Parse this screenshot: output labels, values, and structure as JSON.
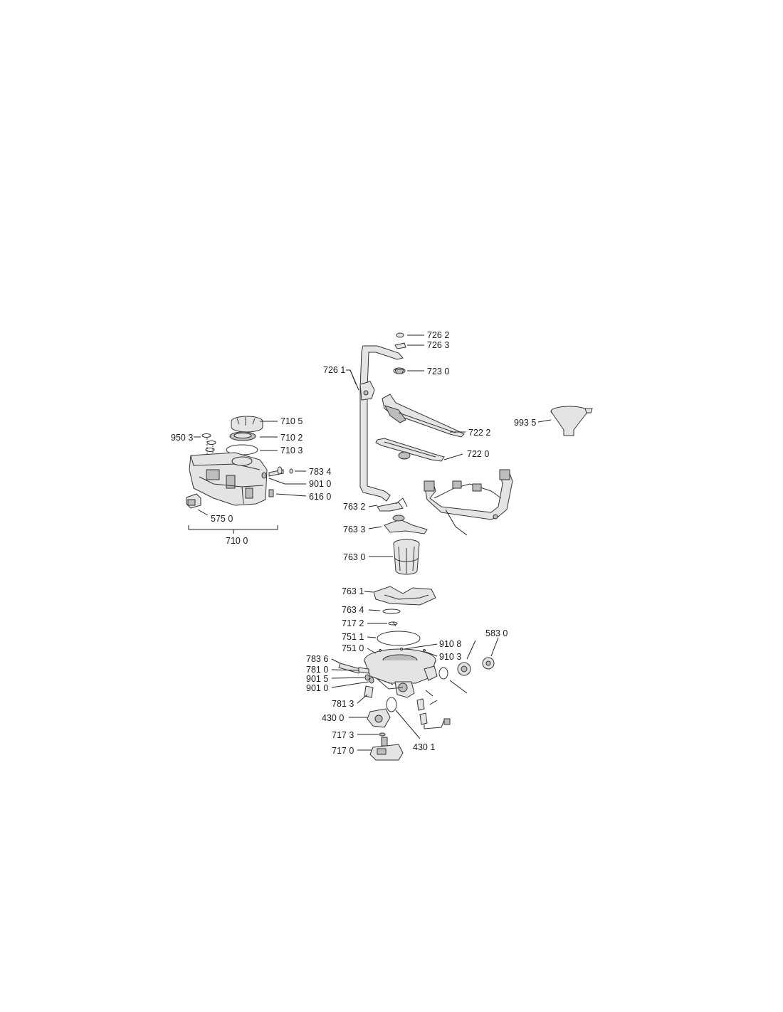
{
  "labels": {
    "l7262": "726 2",
    "l7263": "726 3",
    "l7261": "726 1",
    "l7230": "723 0",
    "l7105": "710 5",
    "l9503": "950 3",
    "l7102": "710 2",
    "l7103": "710 3",
    "l7834": "783 4",
    "l9010a": "901 0",
    "l6160": "616 0",
    "l5750": "575 0",
    "l7100": "710 0",
    "l9935": "993 5",
    "l7222": "722 2",
    "l7220": "722 0",
    "l7632": "763 2",
    "l7633": "763 3",
    "l7630": "763 0",
    "l7631": "763 1",
    "l7634": "763 4",
    "l7172": "717 2",
    "l7511": "751 1",
    "l7510": "751 0",
    "l9108": "910 8",
    "l9103": "910 3",
    "l5830": "583 0",
    "l7836": "783 6",
    "l7810": "781 0",
    "l9015": "901 5",
    "l9010b": "901 0",
    "l7813": "781 3",
    "l4300": "430 0",
    "l4301": "430 1",
    "l7173": "717 3",
    "l7170": "717 0"
  }
}
